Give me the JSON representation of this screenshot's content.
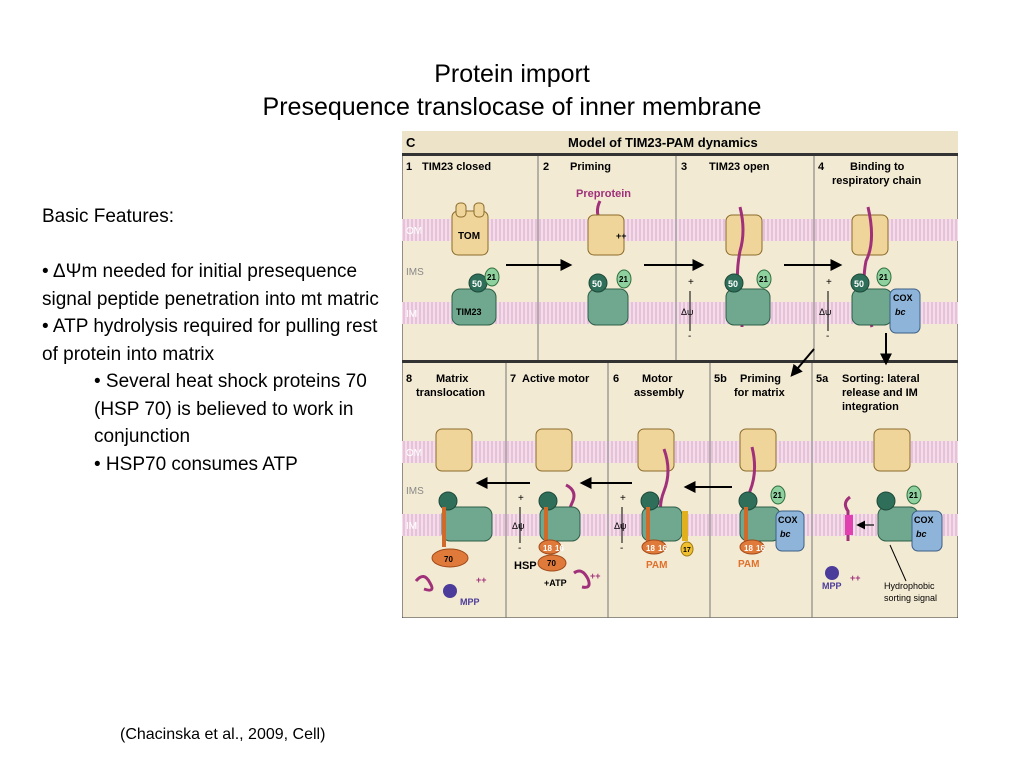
{
  "title_line1": "Protein import",
  "title_line2": "Presequence translocase of inner membrane",
  "features": {
    "heading": "Basic Features:",
    "bullet1": "• ΔΨm needed for initial presequence signal peptide penetration into mt matric",
    "bullet2": "• ATP hydrolysis required for pulling rest of protein into matrix",
    "sub1": "• Several heat shock proteins 70 (HSP 70) is believed to work in conjunction",
    "sub2": "• HSP70 consumes ATP"
  },
  "citation": "(Chacinska et al., 2009, Cell)",
  "figure": {
    "panel_letter": "C",
    "title": "Model of TIM23-PAM dynamics",
    "layers": {
      "om": "OM",
      "ims": "IMS",
      "im": "IM"
    },
    "panels": {
      "p1": {
        "num": "1",
        "label": "TIM23 closed"
      },
      "p2": {
        "num": "2",
        "label": "Priming"
      },
      "p3": {
        "num": "3",
        "label": "TIM23 open"
      },
      "p4": {
        "num": "4",
        "label1": "Binding to",
        "label2": "respiratory chain"
      },
      "p8": {
        "num": "8",
        "label1": "Matrix",
        "label2": "translocation"
      },
      "p7": {
        "num": "7",
        "label": "Active motor"
      },
      "p6": {
        "num": "6",
        "label1": "Motor",
        "label2": "assembly"
      },
      "p5b": {
        "num": "5b",
        "label1": "Priming",
        "label2": "for matrix"
      },
      "p5a": {
        "num": "5a",
        "label1": "Sorting: lateral",
        "label2": "release and IM",
        "label3": "integration"
      }
    },
    "labels": {
      "tom": "TOM",
      "tim23": "TIM23",
      "preprotein": "Preprotein",
      "n50": "50",
      "n21": "21",
      "n18": "18",
      "n16": "16",
      "n17": "17",
      "n70": "70",
      "cox": "COX",
      "bc1": "bc",
      "bc1_sub": "1",
      "delta_psi": "Δψ",
      "pam": "PAM",
      "mpp": "MPP",
      "atp": "+ATP",
      "hsp": "HSP",
      "hydrophobic1": "Hydrophobic",
      "hydrophobic2": "sorting signal",
      "plus": "+",
      "minus": "-",
      "plusplus": "++"
    }
  }
}
